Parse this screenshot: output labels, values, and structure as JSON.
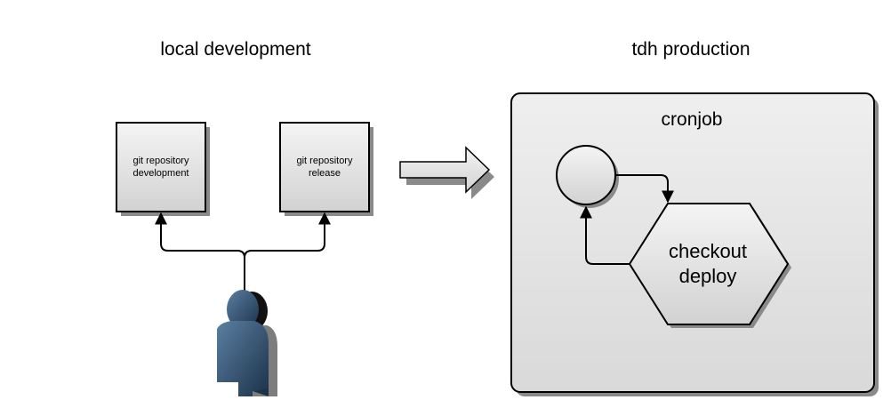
{
  "sections": {
    "local_title": "local development",
    "production_title": "tdh production"
  },
  "repositories": [
    {
      "line1": "git repository",
      "line2": "development"
    },
    {
      "line1": "git repository",
      "line2": "release"
    }
  ],
  "production": {
    "container_label": "cronjob",
    "process_line1": "checkout",
    "process_line2": "deploy"
  },
  "colors": {
    "node_fill_light": "#f4f4f4",
    "node_fill_dark": "#d2d2d2",
    "stroke": "#000000",
    "shadow": "#8a8a8a",
    "person_light": "#4f7193",
    "person_dark": "#1b3248"
  },
  "icons": {
    "actor": "person-icon",
    "flow": "right-arrow-icon"
  }
}
